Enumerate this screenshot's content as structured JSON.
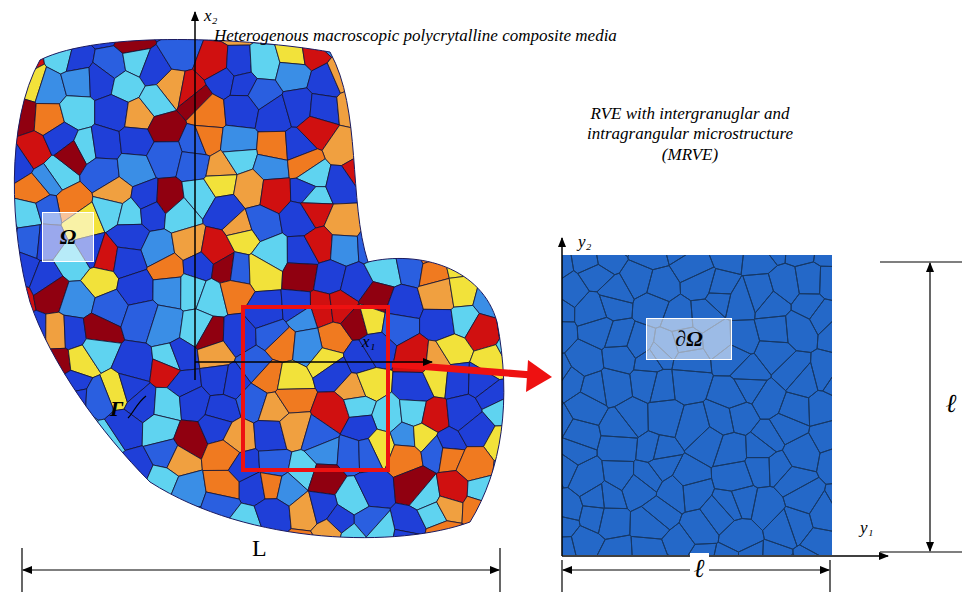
{
  "diagram": {
    "nodes": [
      {
        "text": [
          "Ω"
        ]
      },
      {
        "text": [
          "∂Ω"
        ]
      }
    ],
    "labels": [
      "Heterogenous macroscopic polycrytalline composite media",
      "RVE with intergranuglar and intragrangular microstructure (MRVE)",
      "x₂",
      "x₁",
      "Γ",
      "L",
      "y₂",
      "y₁",
      "ℓ",
      "ℓ"
    ]
  }
}
